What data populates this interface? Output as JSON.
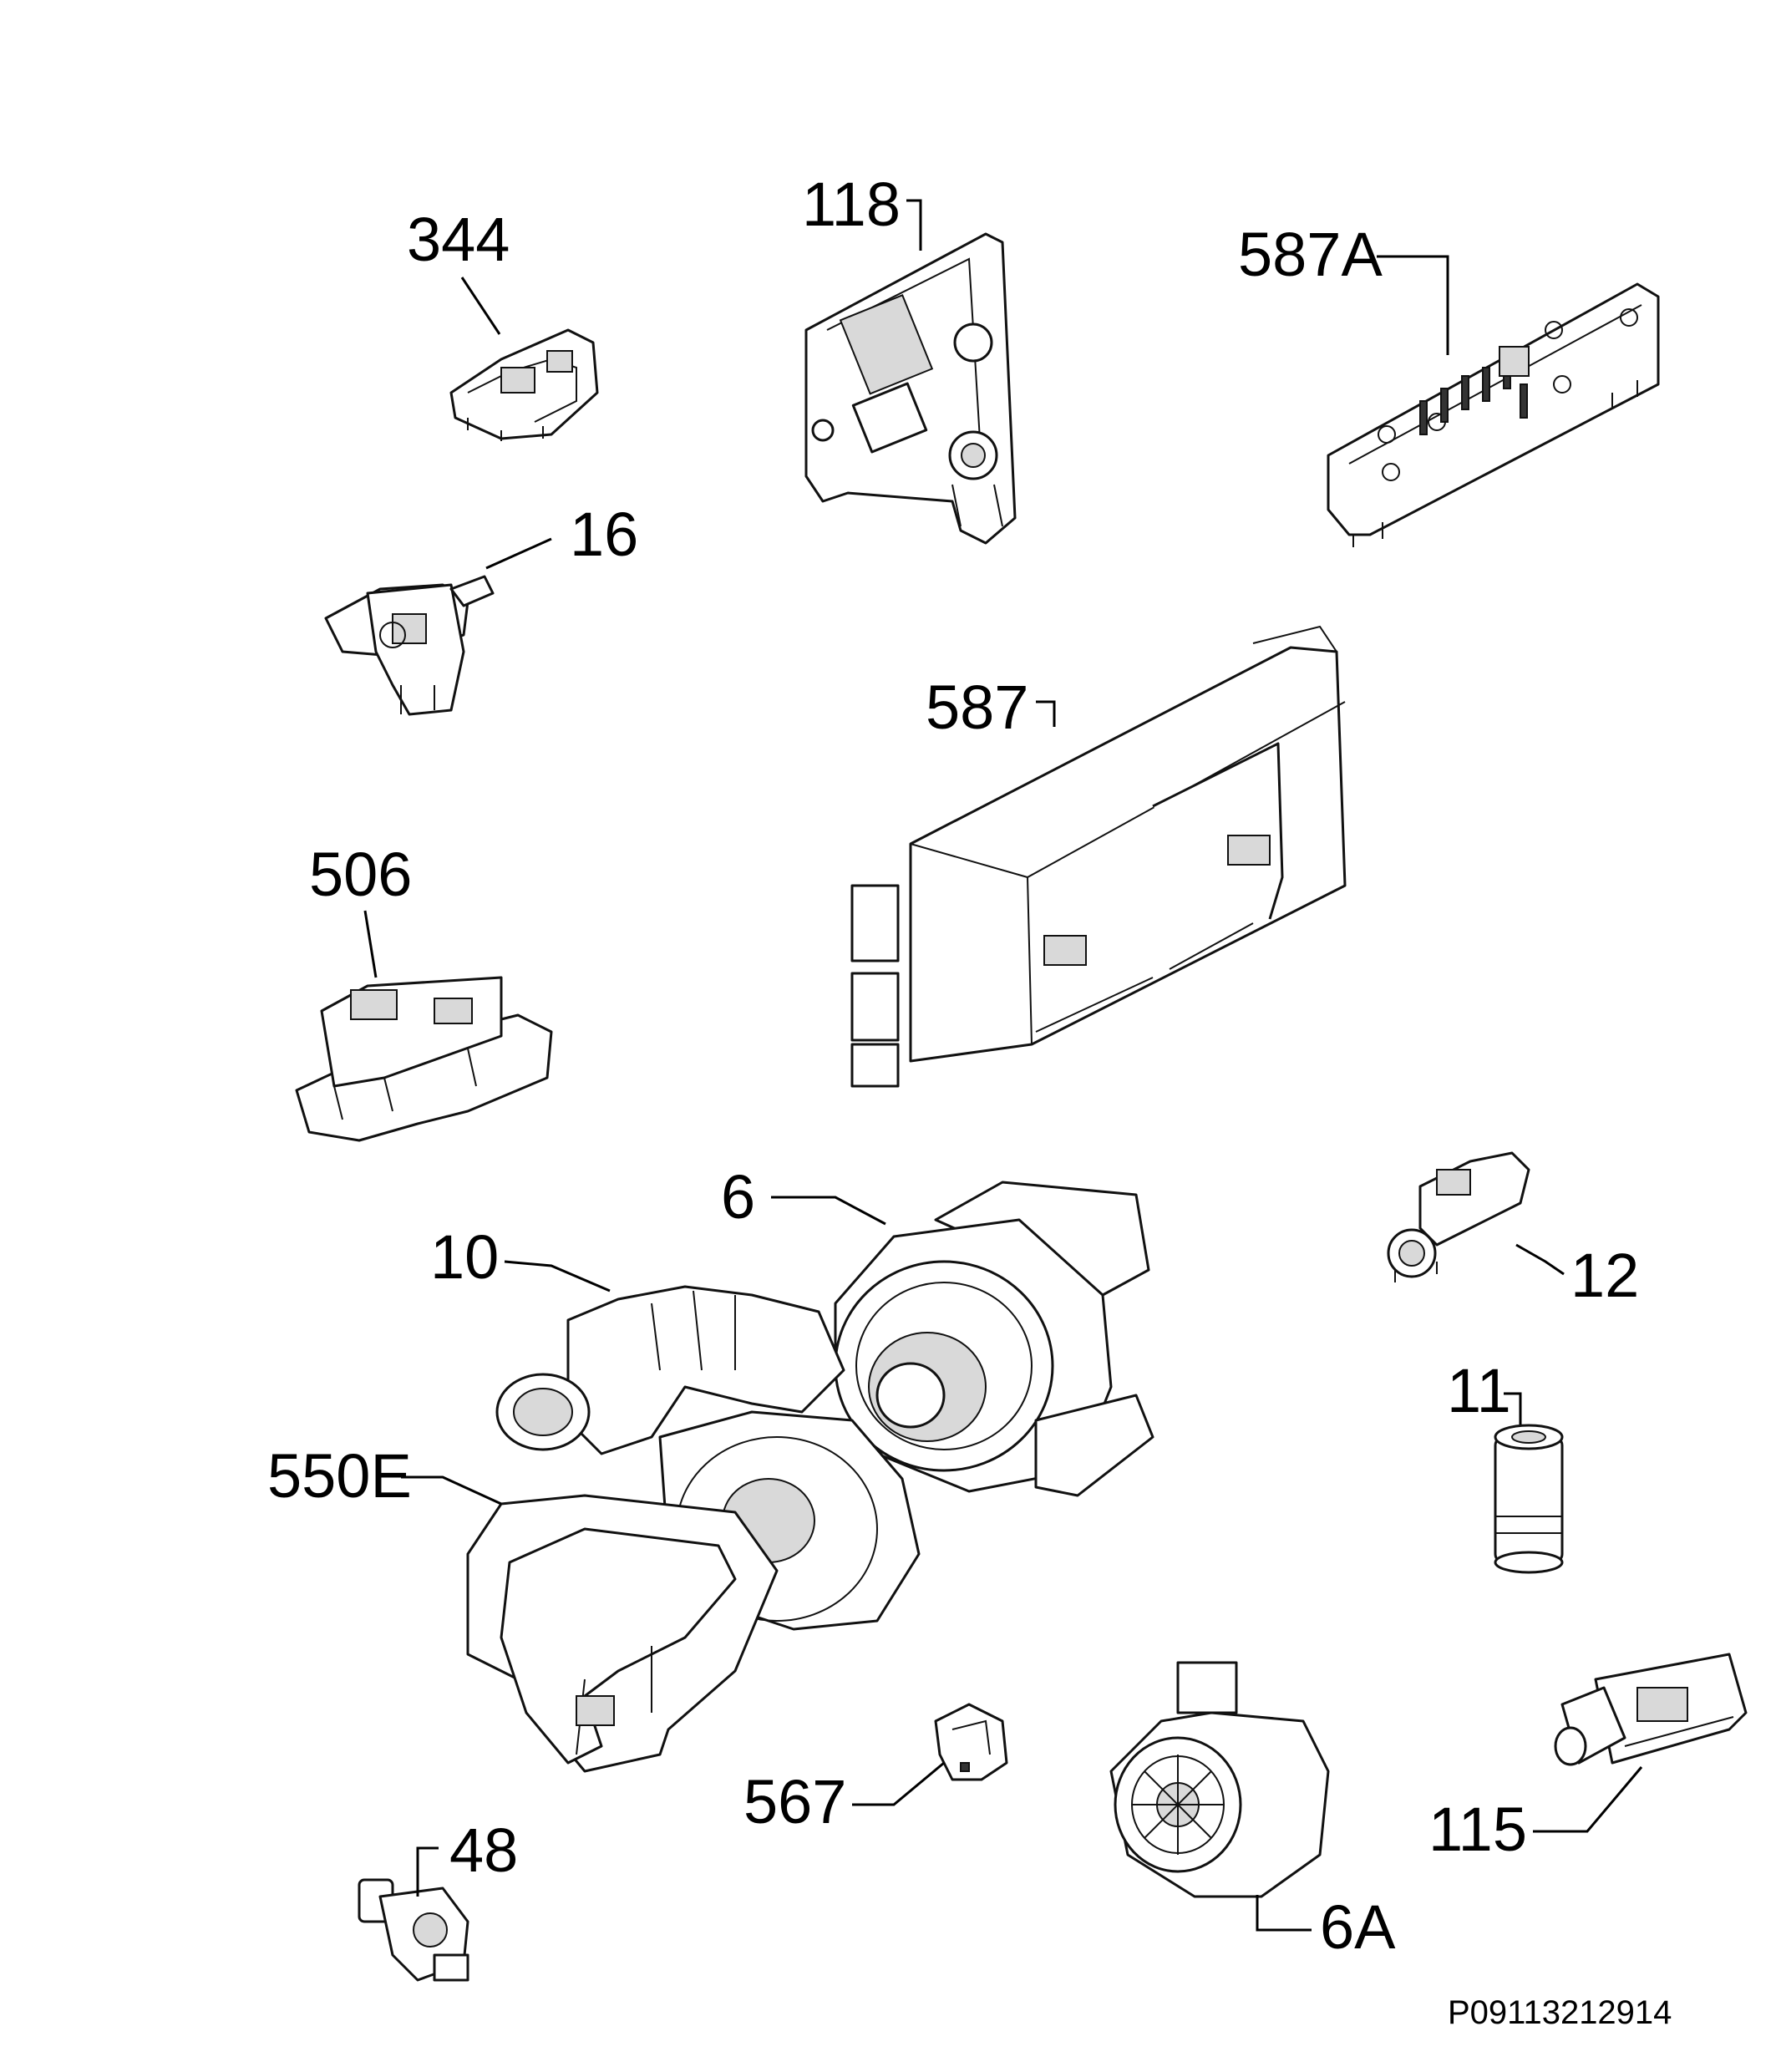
{
  "document_id": "P09113212914",
  "parts": [
    {
      "id": "344",
      "label": "344",
      "name": "part-344"
    },
    {
      "id": "118",
      "label": "118",
      "name": "part-118"
    },
    {
      "id": "587A",
      "label": "587A",
      "name": "part-587a"
    },
    {
      "id": "16",
      "label": "16",
      "name": "part-16"
    },
    {
      "id": "587",
      "label": "587",
      "name": "part-587"
    },
    {
      "id": "506",
      "label": "506",
      "name": "part-506"
    },
    {
      "id": "6",
      "label": "6",
      "name": "part-6"
    },
    {
      "id": "10",
      "label": "10",
      "name": "part-10"
    },
    {
      "id": "12",
      "label": "12",
      "name": "part-12"
    },
    {
      "id": "11",
      "label": "11",
      "name": "part-11"
    },
    {
      "id": "550E",
      "label": "550E",
      "name": "part-550e"
    },
    {
      "id": "567",
      "label": "567",
      "name": "part-567"
    },
    {
      "id": "115",
      "label": "115",
      "name": "part-115"
    },
    {
      "id": "48",
      "label": "48",
      "name": "part-48"
    },
    {
      "id": "6A",
      "label": "6A",
      "name": "part-6a"
    }
  ]
}
